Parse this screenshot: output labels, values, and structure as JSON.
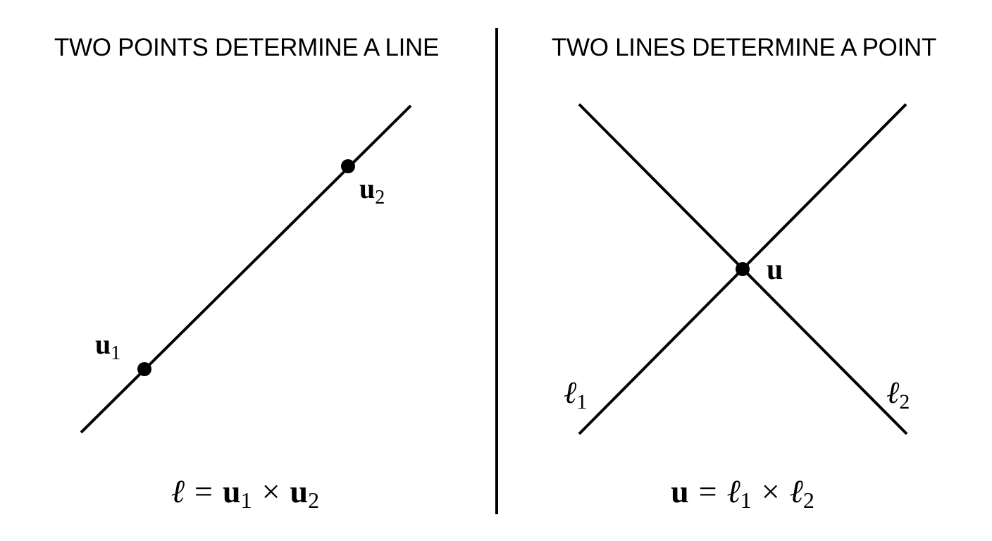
{
  "left_panel": {
    "title": "TWO POINTS DETERMINE A LINE",
    "point_1_label": {
      "base": "u",
      "sub": "1"
    },
    "point_2_label": {
      "base": "u",
      "sub": "2"
    },
    "equation": {
      "lhs": "ℓ",
      "eq": "=",
      "term1_base": "u",
      "term1_sub": "1",
      "op": "×",
      "term2_base": "u",
      "term2_sub": "2"
    }
  },
  "right_panel": {
    "title": "TWO LINES DETERMINE A POINT",
    "intersection_label": "u",
    "line_1_label": {
      "base": "ℓ",
      "sub": "1"
    },
    "line_2_label": {
      "base": "ℓ",
      "sub": "2"
    },
    "equation": {
      "lhs": "u",
      "eq": "=",
      "term1_base": "ℓ",
      "term1_sub": "1",
      "op": "×",
      "term2_base": "ℓ",
      "term2_sub": "2"
    }
  },
  "colors": {
    "ink": "#000000",
    "background": "#ffffff"
  }
}
